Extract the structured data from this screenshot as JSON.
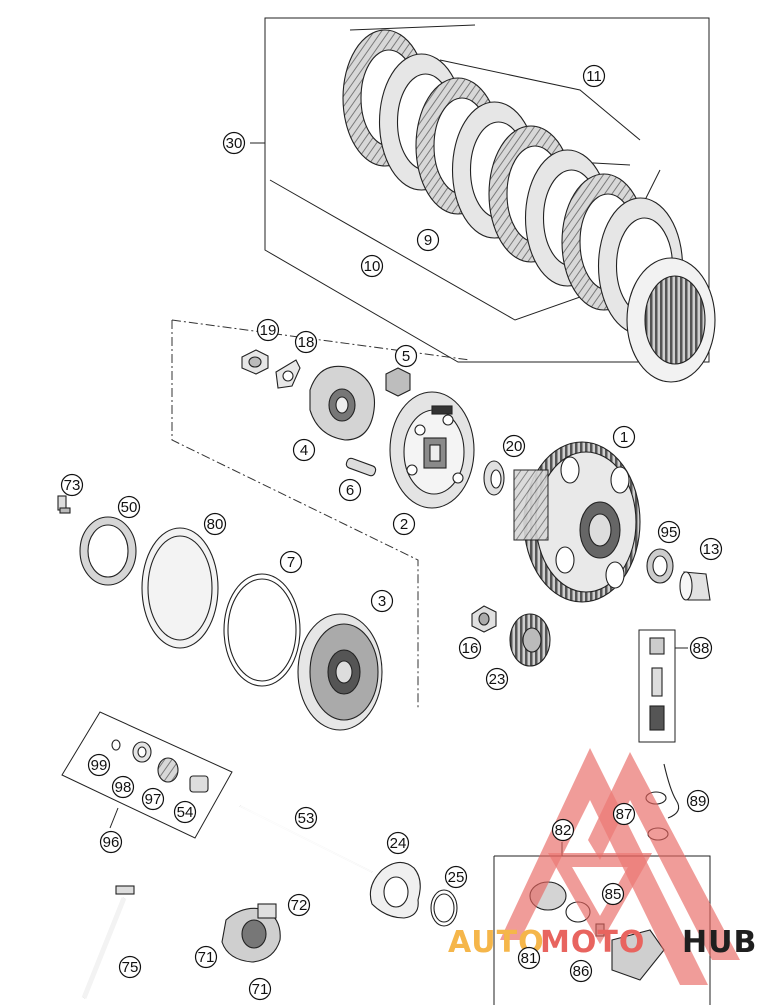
{
  "diagram": {
    "callouts": [
      "30",
      "11",
      "9",
      "10",
      "19",
      "18",
      "5",
      "4",
      "6",
      "2",
      "20",
      "1",
      "73",
      "50",
      "80",
      "7",
      "3",
      "95",
      "13",
      "16",
      "23",
      "88",
      "99",
      "98",
      "97",
      "54",
      "96",
      "53",
      "24",
      "25",
      "82",
      "87",
      "89",
      "85",
      "81",
      "86",
      "72",
      "71",
      "71",
      "75"
    ]
  },
  "watermark": {
    "text_auto": "AUTO",
    "text_moto": "MOTO",
    "text_hub": "HUB",
    "colors": {
      "triangle": "#e8645f",
      "auto": "#f5b64a",
      "moto": "#e8645f",
      "hub": "#1f1f1f"
    }
  }
}
